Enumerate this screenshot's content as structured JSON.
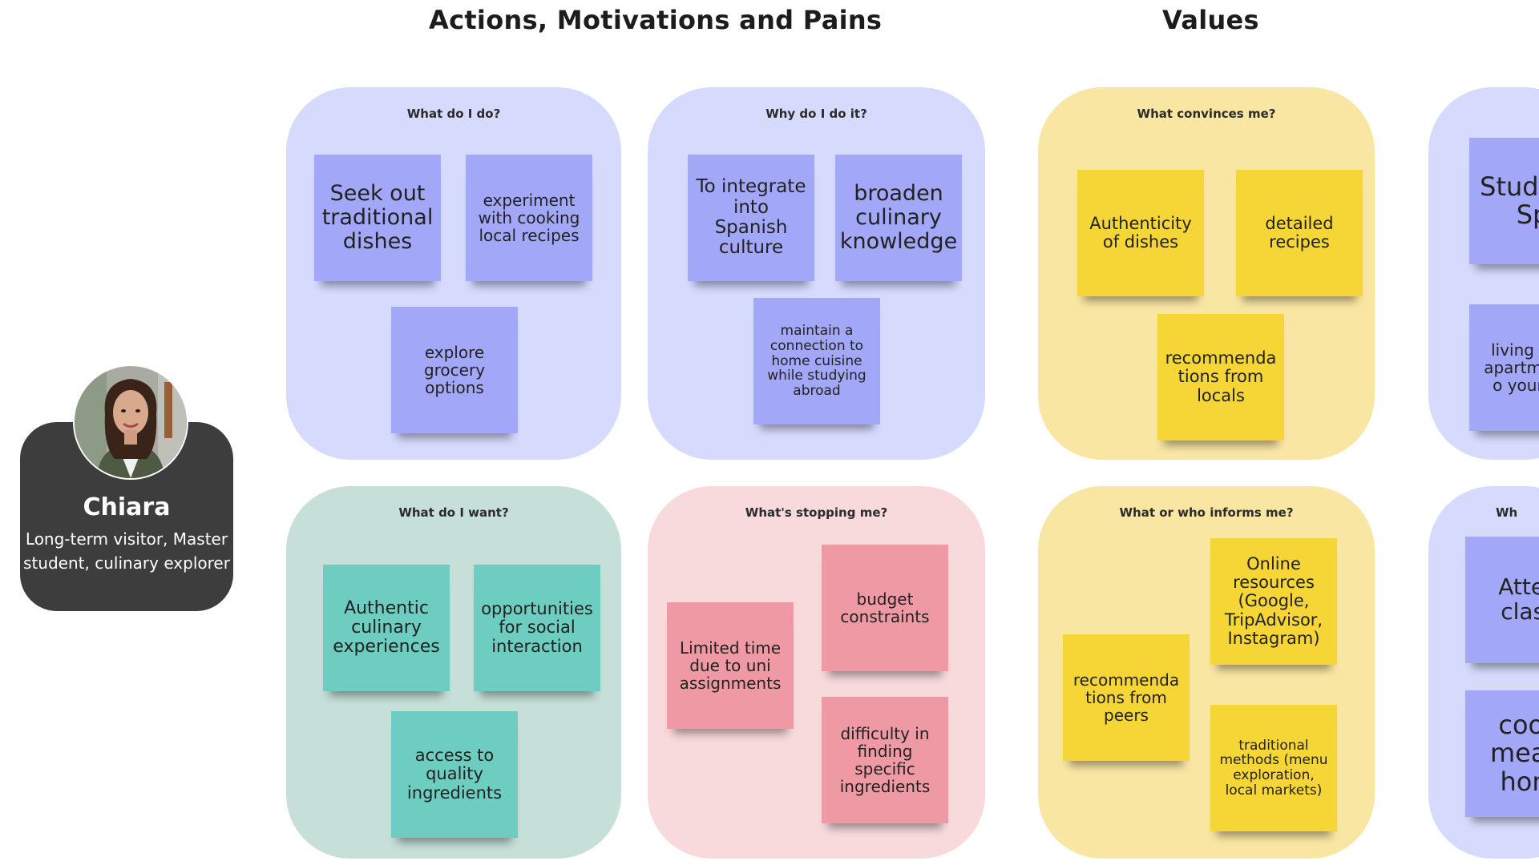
{
  "headers": {
    "actions": "Actions, Motivations and Pains",
    "values": "Values"
  },
  "persona": {
    "name": "Chiara",
    "description": "Long-term visitor, Master student, culinary explorer"
  },
  "colors": {
    "panel_purple": "#d6dbfd",
    "panel_teal": "#c6dfd8",
    "panel_pink": "#f8d9dc",
    "panel_yellow": "#f8e6a2",
    "note_purple": "#a2a7f8",
    "note_teal": "#6dcdc0",
    "note_pink": "#ee99a3",
    "note_yellow": "#f6d537",
    "persona_card": "#3d3d3d"
  },
  "panels": {
    "what_do_i_do": {
      "title": "What do I do?",
      "notes": [
        "Seek out traditional dishes",
        "experiment with cooking local recipes",
        "explore grocery options"
      ]
    },
    "why_do_i_do_it": {
      "title": "Why do I do it?",
      "notes": [
        "To integrate into Spanish culture",
        "broaden culinary knowledge",
        "maintain a connection to home cuisine while studying abroad"
      ]
    },
    "what_convinces_me": {
      "title": "What convinces me?",
      "notes": [
        "Authenticity of dishes",
        "detailed recipes",
        "recommenda tions from locals"
      ]
    },
    "what_do_i_want": {
      "title": "What do I want?",
      "notes": [
        "Authentic culinary experiences",
        "opportunities for social interaction",
        "access to quality ingredients"
      ]
    },
    "whats_stopping_me": {
      "title": "What's stopping me?",
      "notes": [
        "Limited time due to uni assignments",
        "budget constraints",
        "difficulty in finding specific ingredients"
      ]
    },
    "what_informs_me": {
      "title": "What or who informs me?",
      "notes": [
        "recommenda tions from peers",
        "Online resources (Google, TripAdvisor, Instagram)",
        "traditional methods (menu exploration, local markets)"
      ]
    },
    "cut_top": {
      "notes": [
        "Study in Sp",
        "living shar apartm with o young p"
      ]
    },
    "cut_bottom": {
      "title": "Wh",
      "notes": [
        "Atten class",
        "cook meals hom"
      ]
    }
  }
}
